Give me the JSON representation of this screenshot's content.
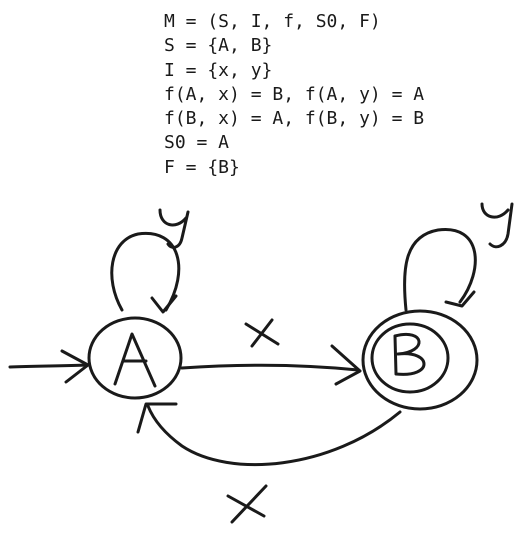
{
  "definition": {
    "lines": [
      "M = (S, I, f, S0, F)",
      "S = {A, B}",
      "I = {x, y}",
      "f(A, x) = B, f(A, y) = A",
      "f(B, x) = A, f(B, y) = B",
      "S0 = A",
      "F = {B}"
    ]
  },
  "diagram": {
    "states": [
      {
        "label": "A",
        "initial": true,
        "accepting": false
      },
      {
        "label": "B",
        "initial": false,
        "accepting": true
      }
    ],
    "transitions": [
      {
        "from": "A",
        "to": "A",
        "input": "y"
      },
      {
        "from": "A",
        "to": "B",
        "input": "x"
      },
      {
        "from": "B",
        "to": "B",
        "input": "y"
      },
      {
        "from": "B",
        "to": "A",
        "input": "x"
      }
    ],
    "stroke_color": "#1a1a1a"
  }
}
